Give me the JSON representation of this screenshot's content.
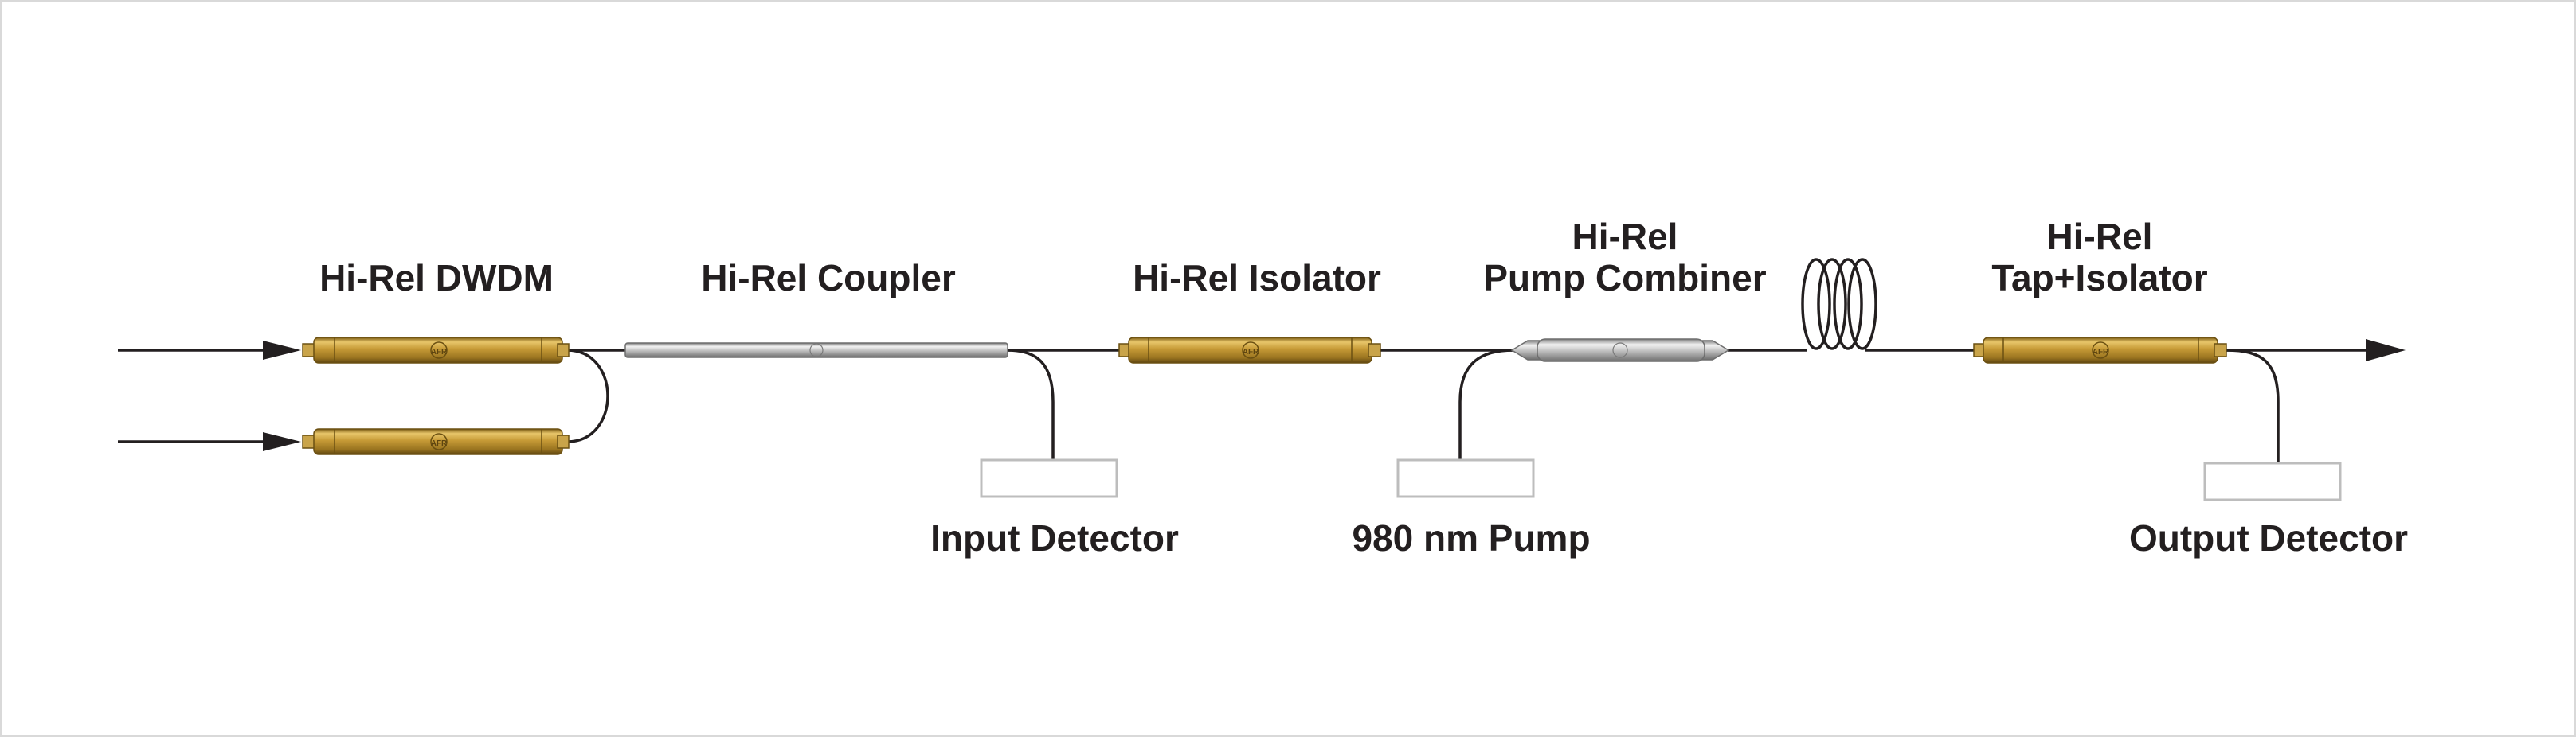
{
  "labels": {
    "dwdm": "Hi-Rel DWDM",
    "coupler": "Hi-Rel Coupler",
    "isolator": "Hi-Rel Isolator",
    "pump_combiner_line1": "Hi-Rel",
    "pump_combiner_line2": "Pump Combiner",
    "tap_isolator_line1": "Hi-Rel",
    "tap_isolator_line2": "Tap+Isolator",
    "input_detector": "Input Detector",
    "pump": "980 nm Pump",
    "output_detector": "Output Detector"
  },
  "component_logo": "AFR",
  "colors": {
    "brass": "#c8a040",
    "brass_dark": "#8a6a1c",
    "steel": "#b8b8b8",
    "fiber": "#231f20",
    "box_border": "#bdbdbd",
    "frame_border": "#d9d9d9"
  }
}
